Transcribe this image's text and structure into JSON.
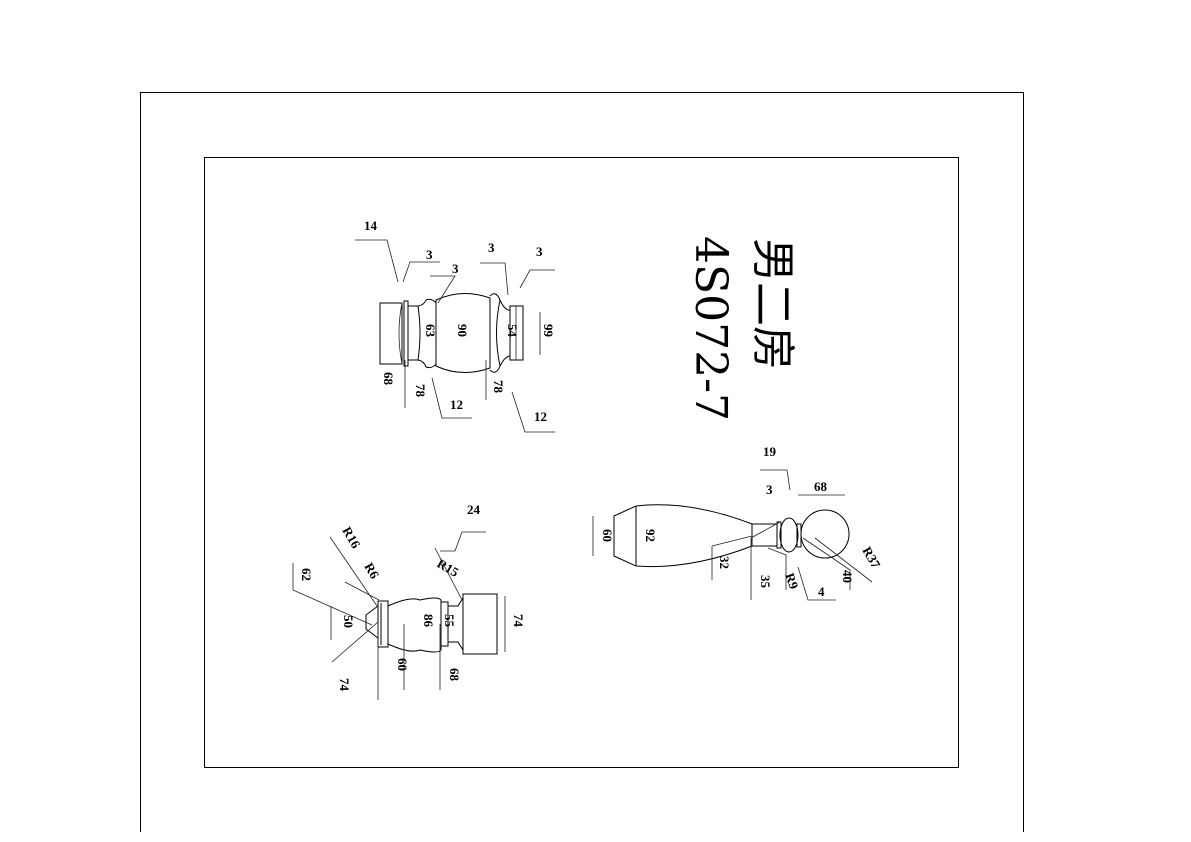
{
  "title": {
    "name": "男二房",
    "code": "4S072-7"
  },
  "part1": {
    "d": [
      "14",
      "3",
      "3",
      "3",
      "3",
      "63",
      "90",
      "54",
      "99",
      "68",
      "78",
      "12",
      "78",
      "12"
    ]
  },
  "part2": {
    "d": [
      "R16",
      "R6",
      "62",
      "50",
      "74",
      "60",
      "86",
      "55",
      "68",
      "74",
      "R15",
      "24"
    ]
  },
  "part3": {
    "d": [
      "19",
      "3",
      "68",
      "60",
      "92",
      "32",
      "35",
      "R9",
      "4",
      "40",
      "R37"
    ]
  }
}
